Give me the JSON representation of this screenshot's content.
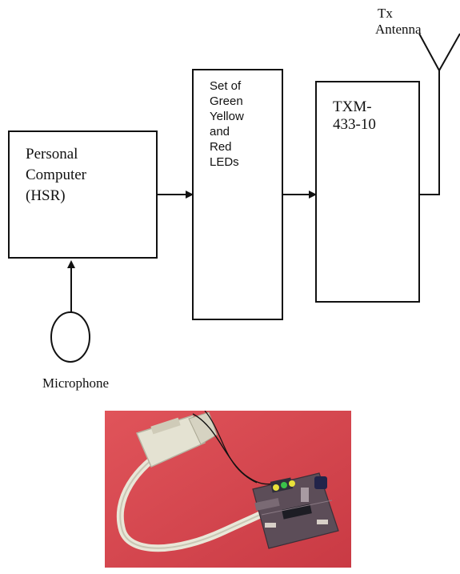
{
  "diagram": {
    "antenna_label_line1": "Tx",
    "antenna_label_line2": "Antenna",
    "pc_box": {
      "line1": "Personal",
      "line2": "Computer",
      "line3": "(HSR)"
    },
    "led_box": {
      "line1": "Set of",
      "line2": "Green",
      "line3": "Yellow",
      "line4": "and",
      "line5": "Red",
      "line6": "LEDs"
    },
    "tx_box": {
      "line1": "TXM-",
      "line2": "433-10"
    },
    "microphone_label": "Microphone"
  },
  "colors": {
    "photo_background": "#d9434b",
    "cable": "#e6e4d4",
    "board": "#5a4a55",
    "line": "#111111"
  }
}
